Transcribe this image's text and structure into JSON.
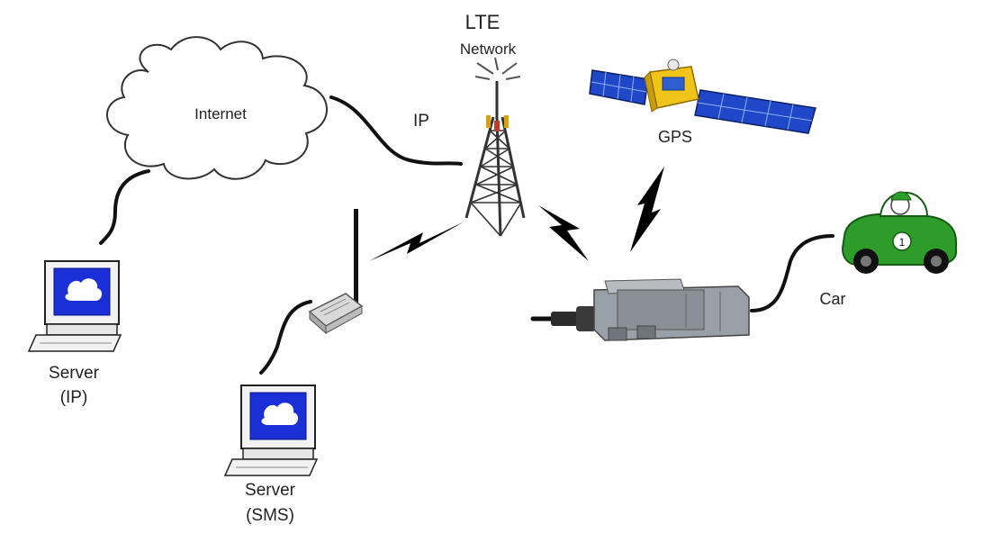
{
  "labels": {
    "lte_line1": "LTE",
    "lte_line2": "Network",
    "internet": "Internet",
    "ip": "IP",
    "gps": "GPS",
    "car": "Car",
    "server_ip_line1": "Server",
    "server_ip_line2": "(IP)",
    "server_sms_line1": "Server",
    "server_sms_line2": "(SMS)"
  },
  "colors": {
    "line": "#111111",
    "cloud_stroke": "#333333",
    "screen_blue": "#1a2fd6",
    "solar_panel": "#1f47c8",
    "satellite_body": "#f0c419",
    "car_green": "#2e9c2a",
    "tower": "#333333",
    "tower_accent": "#d4a020",
    "device_body": "#9aa0a8"
  },
  "icons": {
    "cloud": "cloud-icon",
    "tower": "cell-tower-icon",
    "satellite": "satellite-icon",
    "server_ip": "computer-icon",
    "server_sms": "computer-icon",
    "gsm_modem": "modem-icon",
    "tracker": "gps-tracker-device-icon",
    "car": "car-icon",
    "signal": "lightning-signal-icon"
  }
}
